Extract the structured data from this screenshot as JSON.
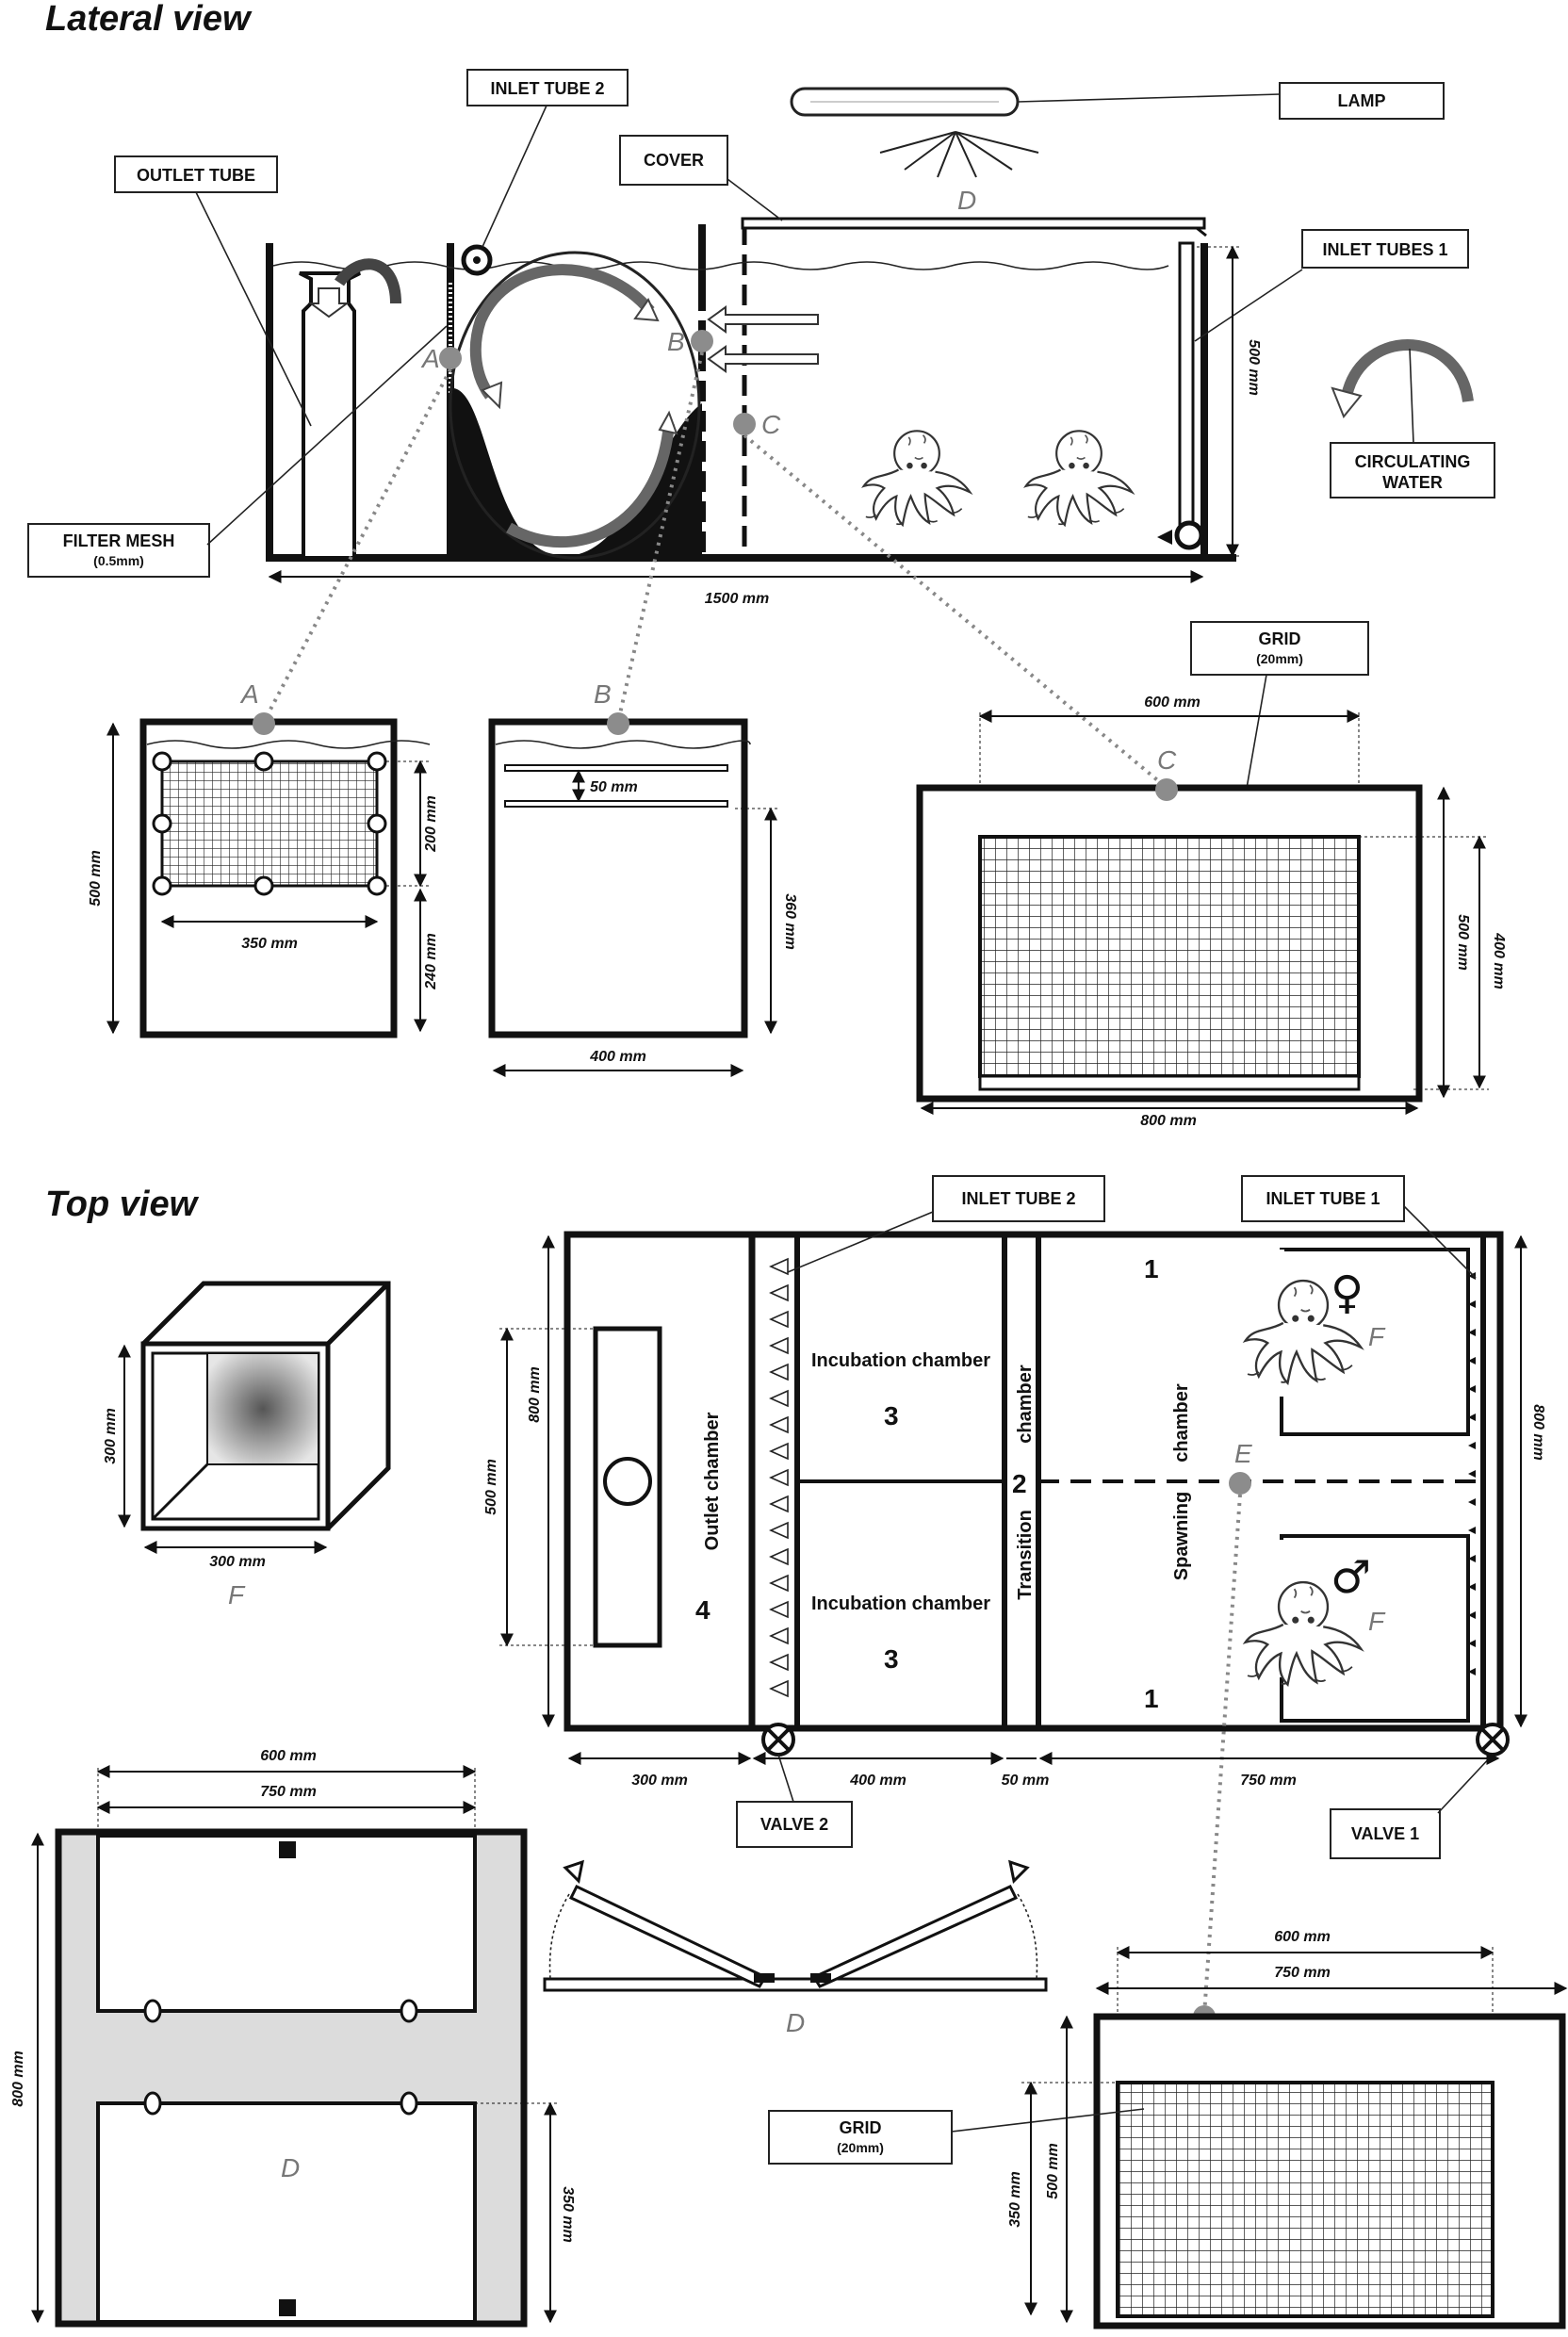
{
  "titles": {
    "lateral": "Lateral view",
    "top": "Top view"
  },
  "labels": {
    "inlet_tube_2": "INLET TUBE 2",
    "lamp": "LAMP",
    "cover": "COVER",
    "outlet_tube": "OUTLET TUBE",
    "inlet_tubes_1": "INLET TUBES  1",
    "circulating_water": [
      "CIRCULATING",
      "WATER"
    ],
    "filter_mesh": [
      "FILTER  MESH",
      "(0.5mm)"
    ],
    "grid": [
      "GRID",
      "(20mm)"
    ],
    "inlet_tube_1": "INLET TUBE  1",
    "valve_2": "VALVE  2",
    "valve_1": "VALVE  1"
  },
  "points": {
    "a": "A",
    "b": "B",
    "c": "C",
    "d": "D",
    "e": "E",
    "f": "F"
  },
  "chambers": {
    "incubation": "Incubation chamber",
    "outlet": "Outlet  chamber",
    "transition_a": "Transition",
    "transition_b": "chamber",
    "spawning_a": "Spawning",
    "spawning_b": "chamber",
    "n1": "1",
    "n2": "2",
    "n3": "3",
    "n4": "4"
  },
  "symbols": {
    "female": "♀",
    "male": "♂"
  },
  "dims": {
    "d500": "500 mm",
    "d1500": "1500 mm",
    "d200": "200 mm",
    "d240": "240 mm",
    "d350": "350 mm",
    "d50": "50 mm",
    "d360": "360 mm",
    "d400": "400 mm",
    "d600": "600 mm",
    "d800": "800 mm",
    "d300": "300 mm",
    "d750": "750 mm"
  }
}
